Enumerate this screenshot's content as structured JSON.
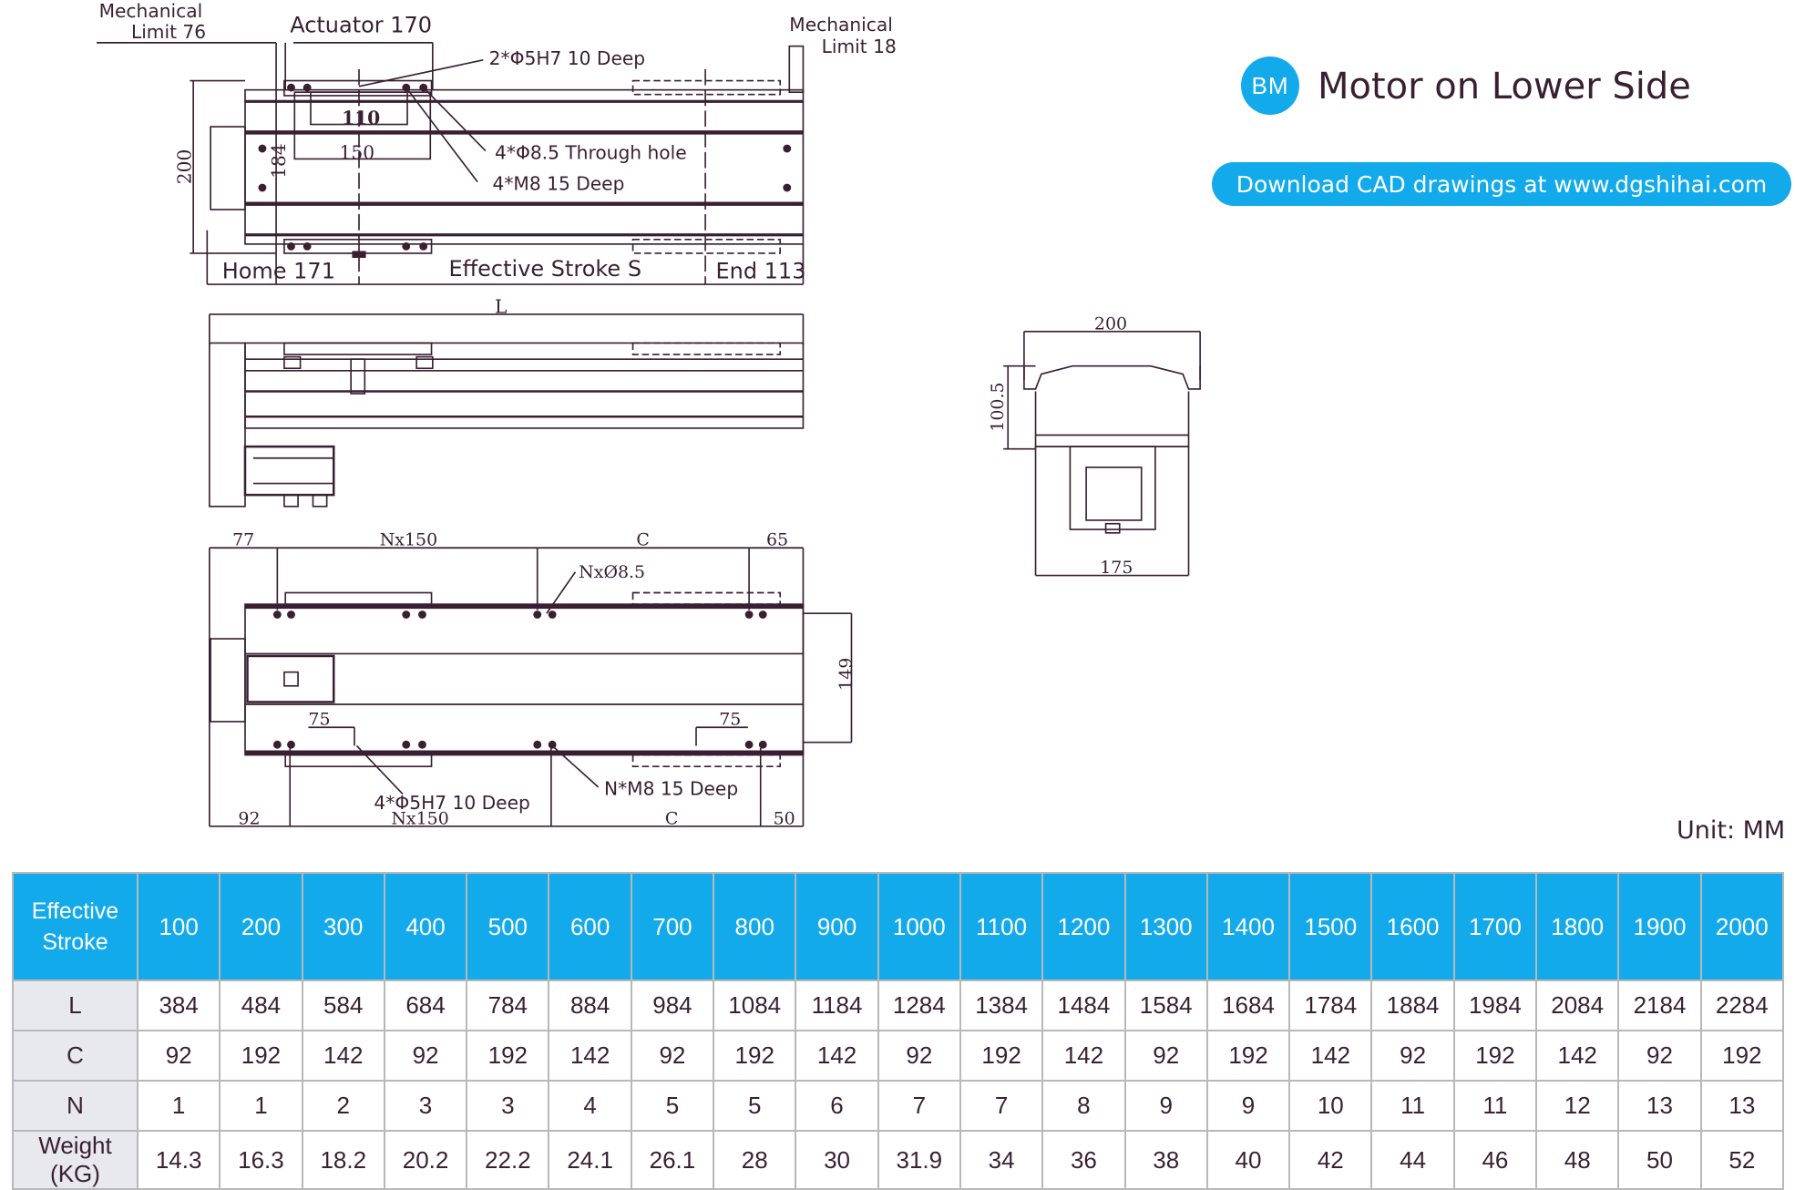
{
  "header": {
    "badge": "BM",
    "title": "Motor on Lower Side",
    "download": "Download CAD drawings at www.dgshihai.com",
    "unit": "Unit: MM"
  },
  "drawing": {
    "top_view": {
      "mech_limit_left_1": "Mechanical",
      "mech_limit_left_2": "Limit 76",
      "actuator": "Actuator 170",
      "mech_limit_right_1": "Mechanical",
      "mech_limit_right_2": "Limit 18",
      "hole1": "2*Φ5H7  10 Deep",
      "hole2": "4*Φ8.5 Through hole",
      "hole3": "4*M8  15 Deep",
      "dim_110": "110",
      "dim_150": "150",
      "dim_200": "200",
      "dim_184": "184",
      "home": "Home 171",
      "stroke": "Effective Stroke S",
      "end": "End 113"
    },
    "side_view": {
      "length": "L"
    },
    "bottom_view": {
      "d77": "77",
      "nx150_top": "Nx150",
      "c_top": "C",
      "d65": "65",
      "nx_hole": "NxØ8.5",
      "d149": "149",
      "d75_left": "75",
      "d75_right": "75",
      "pin_holes": "4*Φ5H7 10 Deep",
      "m8_holes": "N*M8 15 Deep",
      "d92": "92",
      "nx150_bottom": "Nx150",
      "c_bottom": "C",
      "d50": "50"
    },
    "end_view": {
      "width": "200",
      "height": "100.5",
      "base": "175"
    }
  },
  "table": {
    "header_label": [
      "Effective",
      "Stroke"
    ],
    "strokes": [
      "100",
      "200",
      "300",
      "400",
      "500",
      "600",
      "700",
      "800",
      "900",
      "1000",
      "1100",
      "1200",
      "1300",
      "1400",
      "1500",
      "1600",
      "1700",
      "1800",
      "1900",
      "2000"
    ],
    "rows": [
      {
        "label": "L",
        "values": [
          "384",
          "484",
          "584",
          "684",
          "784",
          "884",
          "984",
          "1084",
          "1184",
          "1284",
          "1384",
          "1484",
          "1584",
          "1684",
          "1784",
          "1884",
          "1984",
          "2084",
          "2184",
          "2284"
        ]
      },
      {
        "label": "C",
        "values": [
          "92",
          "192",
          "142",
          "92",
          "192",
          "142",
          "92",
          "192",
          "142",
          "92",
          "192",
          "142",
          "92",
          "192",
          "142",
          "92",
          "192",
          "142",
          "92",
          "192"
        ]
      },
      {
        "label": "N",
        "values": [
          "1",
          "1",
          "2",
          "3",
          "3",
          "4",
          "5",
          "5",
          "6",
          "7",
          "7",
          "8",
          "9",
          "9",
          "10",
          "11",
          "11",
          "12",
          "13",
          "13"
        ]
      },
      {
        "label": "Weight (KG)",
        "values": [
          "14.3",
          "16.3",
          "18.2",
          "20.2",
          "22.2",
          "24.1",
          "26.1",
          "28",
          "30",
          "31.9",
          "34",
          "36",
          "38",
          "40",
          "42",
          "44",
          "46",
          "48",
          "50",
          "52"
        ]
      }
    ]
  },
  "colors": {
    "accent": "#12aaeb",
    "ink": "#3a1f33",
    "grid": "#b8b8b8",
    "label_bg": "#e8e9ee"
  }
}
